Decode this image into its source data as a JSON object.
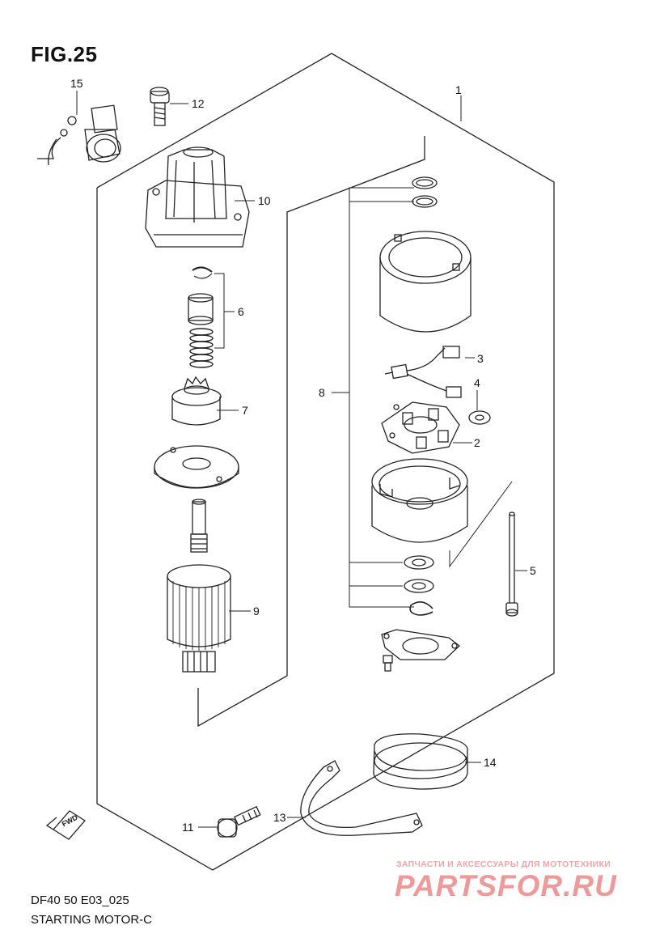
{
  "figure": {
    "title": "FIG.25",
    "code": "DF40 50 E03_025",
    "name": "STARTING MOTOR-C"
  },
  "callouts": [
    {
      "id": "1",
      "label": "1"
    },
    {
      "id": "2",
      "label": "2"
    },
    {
      "id": "3",
      "label": "3"
    },
    {
      "id": "4",
      "label": "4"
    },
    {
      "id": "5",
      "label": "5"
    },
    {
      "id": "6",
      "label": "6"
    },
    {
      "id": "7",
      "label": "7"
    },
    {
      "id": "8",
      "label": "8"
    },
    {
      "id": "9",
      "label": "9"
    },
    {
      "id": "10",
      "label": "10"
    },
    {
      "id": "11",
      "label": "11"
    },
    {
      "id": "12",
      "label": "12"
    },
    {
      "id": "13",
      "label": "13"
    },
    {
      "id": "14",
      "label": "14"
    },
    {
      "id": "15",
      "label": "15"
    }
  ],
  "direction_arrow": {
    "label": "FWD",
    "icon": "fwd-arrow-icon"
  },
  "watermark": {
    "tagline": "ЗАПЧАСТИ И АКСЕССУАРЫ ДЛЯ МОТОТЕХНИКИ",
    "logo": "PARTSFOR.RU",
    "color": "#ef9a9a"
  }
}
